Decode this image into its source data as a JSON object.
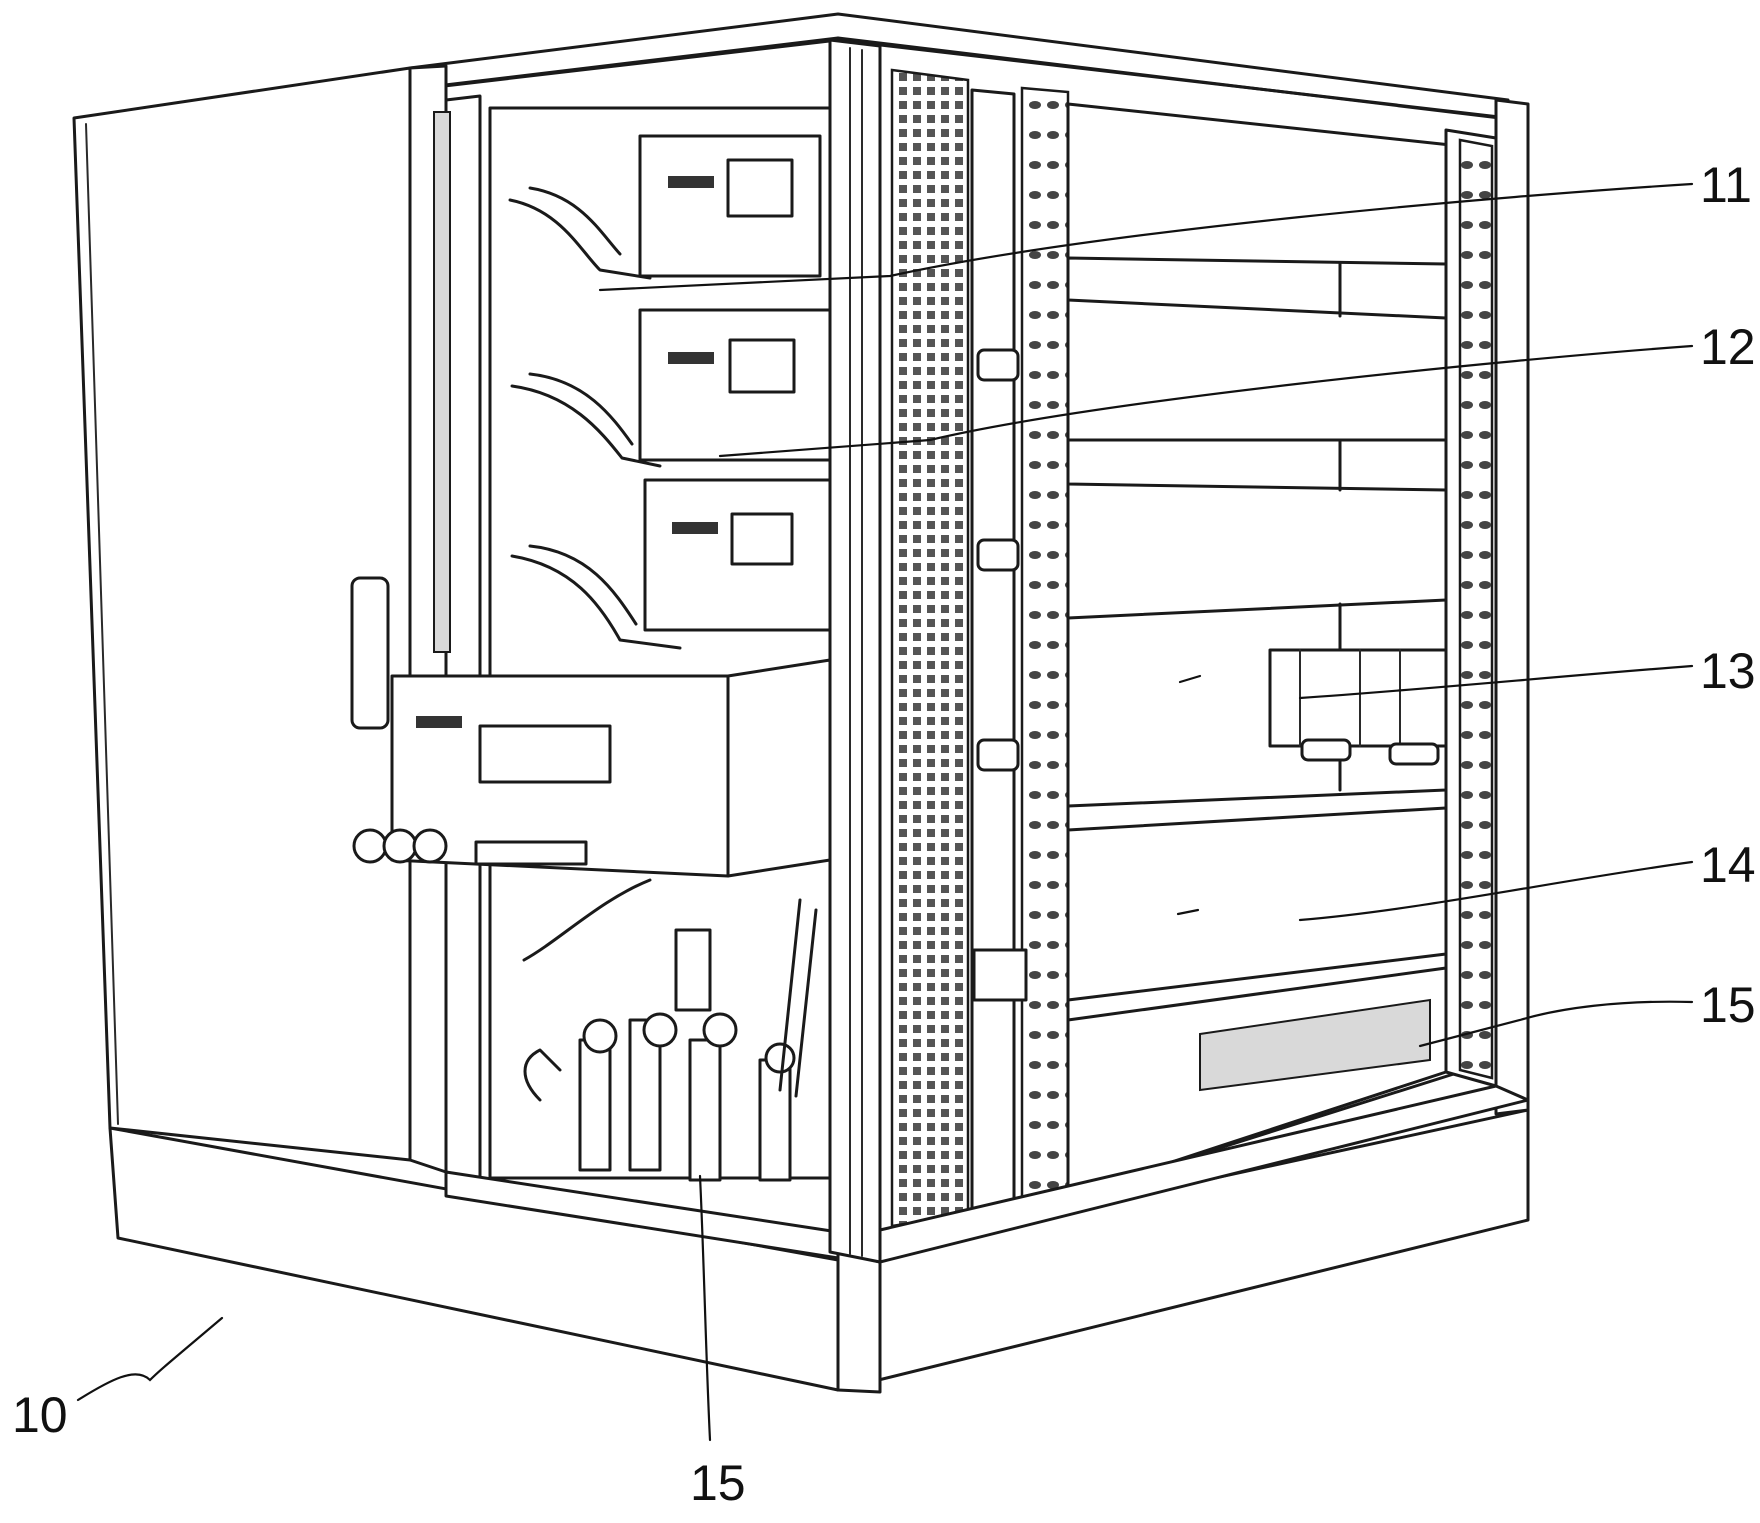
{
  "figure": {
    "callouts": [
      {
        "id": "device",
        "text": "10"
      },
      {
        "id": "c11",
        "text": "11"
      },
      {
        "id": "c12",
        "text": "12"
      },
      {
        "id": "c13",
        "text": "13"
      },
      {
        "id": "c14",
        "text": "14"
      },
      {
        "id": "c15a",
        "text": "15"
      },
      {
        "id": "c15b",
        "text": "15"
      }
    ]
  }
}
